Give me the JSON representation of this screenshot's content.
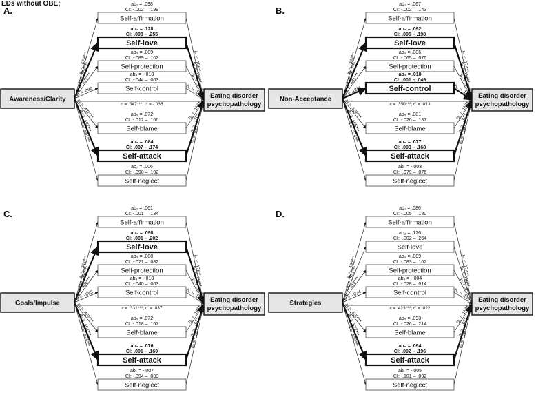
{
  "header": "EDs without OBE;",
  "outcome": [
    "Eating disorder",
    "psychopathology"
  ],
  "mediators": [
    "Self-affirmation",
    "Self-love",
    "Self-protection",
    "Self-control",
    "Self-blame",
    "Self-attack",
    "Self-neglect"
  ],
  "panels": [
    {
      "label": "A.",
      "predictor": "Awareness/Clarity",
      "sig": [
        false,
        true,
        false,
        false,
        false,
        true,
        false
      ],
      "ab": [
        [
          "ab₁ = .098",
          "CI: -.002 – .199"
        ],
        [
          "ab₂ = .128",
          "CI: .008 – .255"
        ],
        [
          "ab₃ = .009",
          "CI: -.089 – .102"
        ],
        [
          "ab₄ = -.013",
          "CI: -.044 – .003"
        ],
        [
          "ab₅ = .072",
          "CI: -.012 – .166"
        ],
        [
          "ab₆ = .084",
          "CI: .007 – .174"
        ],
        [
          "ab₇ = .006",
          "CI: -.090 – .102"
        ]
      ],
      "a": [
        "a₁ = .529***",
        "a₂ = .559***",
        "a₃ = .527***",
        "a₄ = .092",
        "a₅ = .472***",
        "a₆ = .497***",
        "a₇ = .561***"
      ],
      "b": [
        "b₁ = .186**",
        "b₂ = .229**",
        "b₃ = .016",
        "b₄ = .145***",
        "b₅ = .152*",
        "b₆ = .170*",
        "b₇ = .010"
      ],
      "c": "c = .347***; c′ = -.036"
    },
    {
      "label": "B.",
      "predictor": "Non-Acceptance",
      "sig": [
        false,
        true,
        false,
        true,
        false,
        true,
        false
      ],
      "ab": [
        [
          "ab₁ = .067",
          "CI: -.002 – .143"
        ],
        [
          "ab₂ = .092",
          "CI: .005 – .198"
        ],
        [
          "ab₃ = .006",
          "CI: -.065 – .076"
        ],
        [
          "ab₄ = .018",
          "CI: .001 – .049"
        ],
        [
          "ab₅ = .081",
          "CI: -.020 – .187"
        ],
        [
          "ab₆ = .077",
          "CI: .003 – .168"
        ],
        [
          "ab₇ = -.003",
          "CI: -.079 – .076"
        ]
      ],
      "a": [
        "a₁ = .382***",
        "a₂ = .407***",
        "a₃ = .381***",
        "a₄ = .122*",
        "a₅ = .528***",
        "a₆ = .465***",
        "a₇ = .474***"
      ],
      "b": [
        "b₁ = .174**",
        "b₂ = .226**",
        "b₃ = .016",
        "b₄ = .144***",
        "b₅ = .152*",
        "b₆ = .165*",
        "b₇ = -.006"
      ],
      "c": "c = .350***; c′ = .013"
    },
    {
      "label": "C.",
      "predictor": "Goals/Impulse",
      "sig": [
        false,
        true,
        false,
        false,
        false,
        true,
        false
      ],
      "ab": [
        [
          "ab₁ = .061",
          "CI: -.001 – .134"
        ],
        [
          "ab₂ = .098",
          "CI: .001 – .202"
        ],
        [
          "ab₃ = .008",
          "CI: -.071 – .082"
        ],
        [
          "ab₄ = -.013",
          "CI: -.040 – .003"
        ],
        [
          "ab₅ = .072",
          "CI: -.018 – .167"
        ],
        [
          "ab₆ = .076",
          "CI: .001 – .160"
        ],
        [
          "ab₇ = -.007",
          "CI: -.094 – .080"
        ]
      ],
      "a": [
        "a₁ = .341***",
        "a₂ = .449***",
        "a₃ = .406***",
        "a₄ = -.085",
        "a₅ = .483***",
        "a₆ = .464***",
        "a₇ = .526***"
      ],
      "b": [
        "b₁ = .178**",
        "b₂ = .218**",
        "b₃ = .020",
        "b₄ = .149***",
        "b₅ = .148*",
        "b₆ = .163*",
        "b₇ = -.013"
      ],
      "c": "c = .331***; c′ = .037"
    },
    {
      "label": "D.",
      "predictor": "Strategies",
      "sig": [
        false,
        false,
        false,
        false,
        false,
        true,
        false
      ],
      "ab": [
        [
          "ab₁ = .086",
          "CI: -.005 – .180"
        ],
        [
          "ab₂ = .126",
          "CI: -.002 – .264"
        ],
        [
          "ab₃ = .009",
          "CI: -.083 – .102"
        ],
        [
          "ab₄ = -.004",
          "CI: -.028 – .014"
        ],
        [
          "ab₅ = .093",
          "CI: -.026 – .214"
        ],
        [
          "ab₆ = .094",
          "CI: .002 – .196"
        ],
        [
          "ab₇ = -.005",
          "CI: -.101 – .092"
        ]
      ],
      "a": [
        "a₁ = .496***",
        "a₂ = .571***",
        "a₃ = .513***",
        "a₄ = -.024",
        "a₅ = .620***",
        "a₆ = .577***",
        "a₇ = .592***"
      ],
      "b": [
        "b₁ = .174**",
        "b₂ = .222**",
        "b₃ = .018",
        "b₄ = .146***",
        "b₅ = .150*",
        "b₆ = .163*",
        "b₇ = -.008"
      ],
      "c": "c = .423***; c′ = .022"
    }
  ]
}
